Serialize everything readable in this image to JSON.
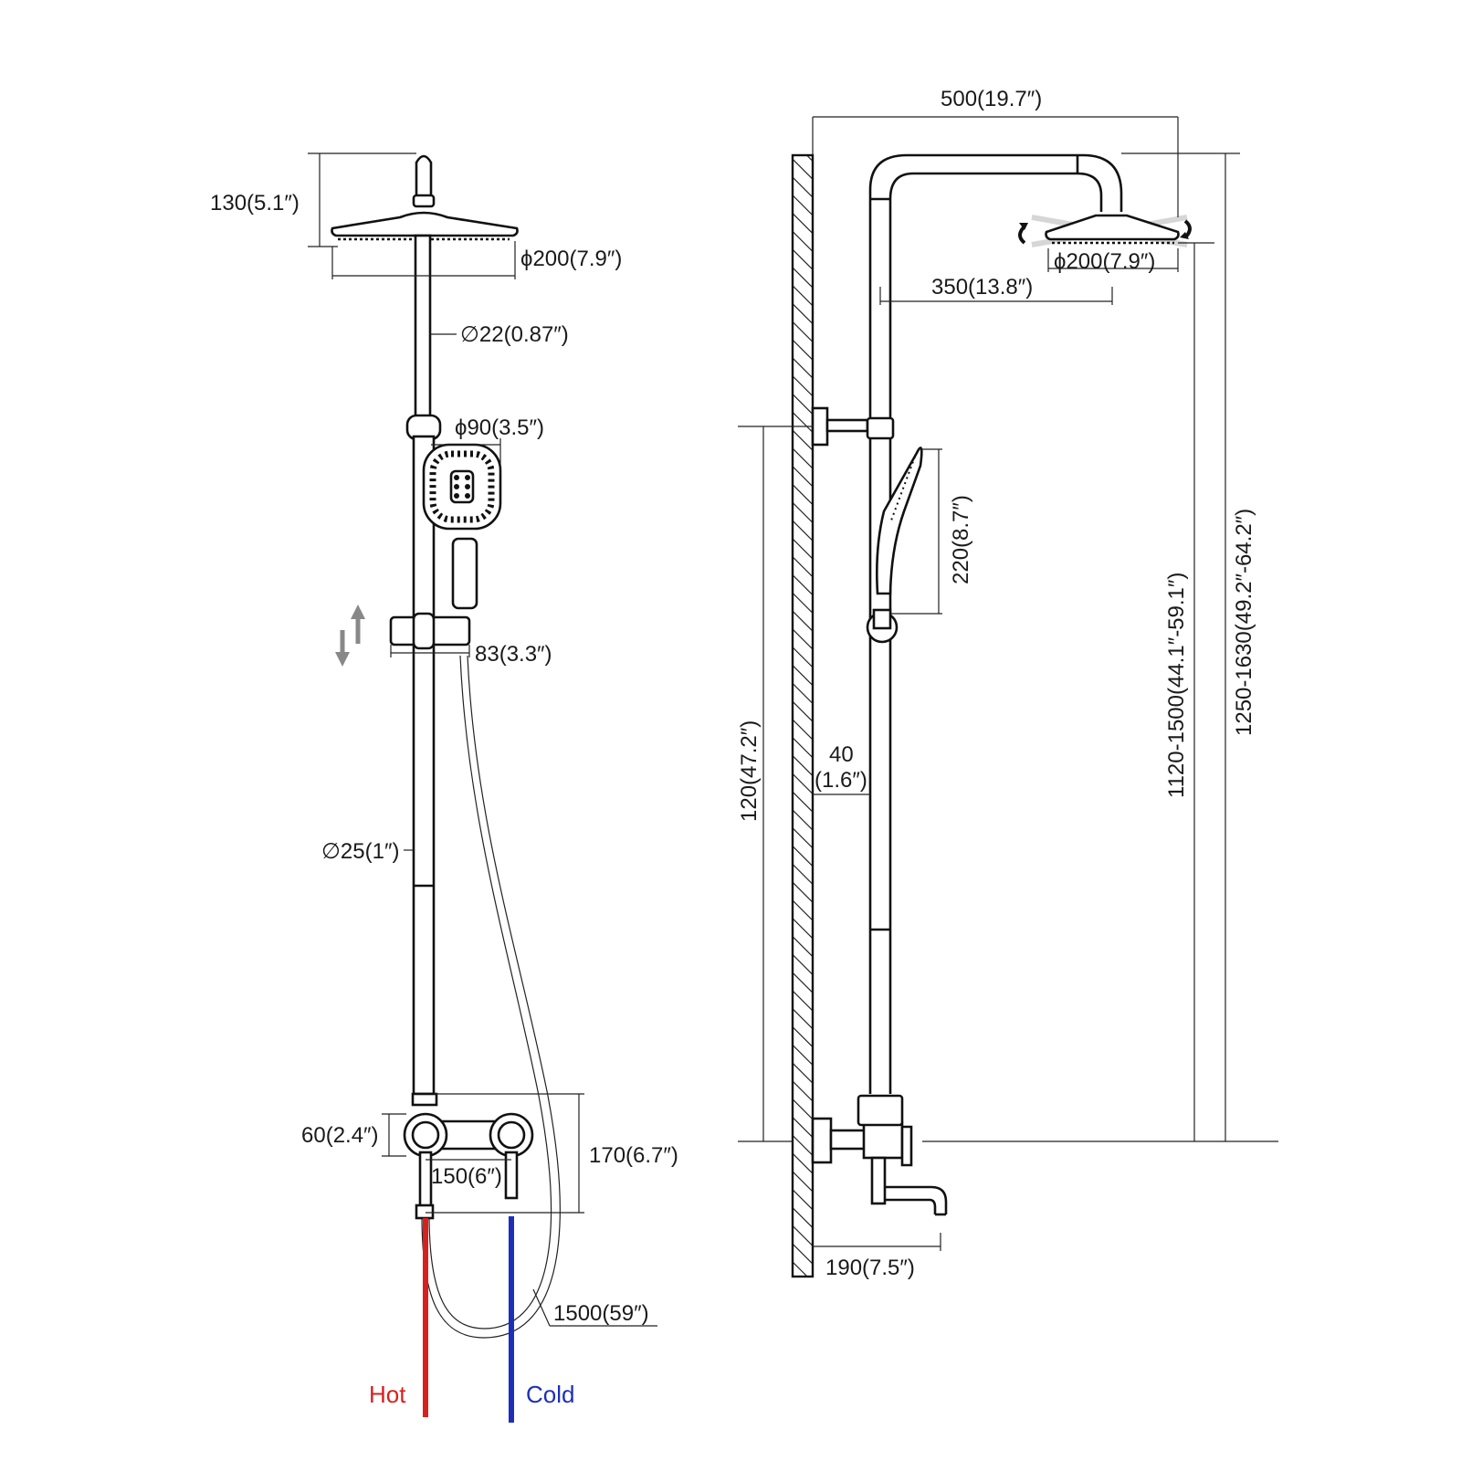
{
  "front_view": {
    "dim_head_height": "130(5.1″)",
    "dim_head_diameter": "ϕ200(7.9″)",
    "dim_upper_pipe": "∅22(0.87″)",
    "dim_handheld_diameter": "ϕ90(3.5″)",
    "dim_slider": "83(3.3″)",
    "dim_lower_pipe": "∅25(1″)",
    "dim_valve_height": "60(2.4″)",
    "dim_valve_total": "170(6.7″)",
    "dim_valve_spacing": "150(6″)",
    "dim_hose": "1500(59″)",
    "label_hot": "Hot",
    "label_cold": "Cold"
  },
  "side_view": {
    "dim_arm_width": "500(19.7″)",
    "dim_head_diameter": "ϕ200(7.9″)",
    "dim_arm_reach": "350(13.8″)",
    "dim_handheld_length": "220(8.7″)",
    "dim_bracket_height": "120(47.2″)",
    "dim_wall_gap_mm": "40",
    "dim_wall_gap_in": "(1.6″)",
    "dim_head_range": "1120-1500(44.1″-59.1″)",
    "dim_total_range": "1250-1630(49.2″-64.2″)",
    "dim_spout": "190(7.5″)"
  },
  "colors": {
    "hot": "#d8201f",
    "cold": "#1d2fb8",
    "line": "#111111"
  }
}
